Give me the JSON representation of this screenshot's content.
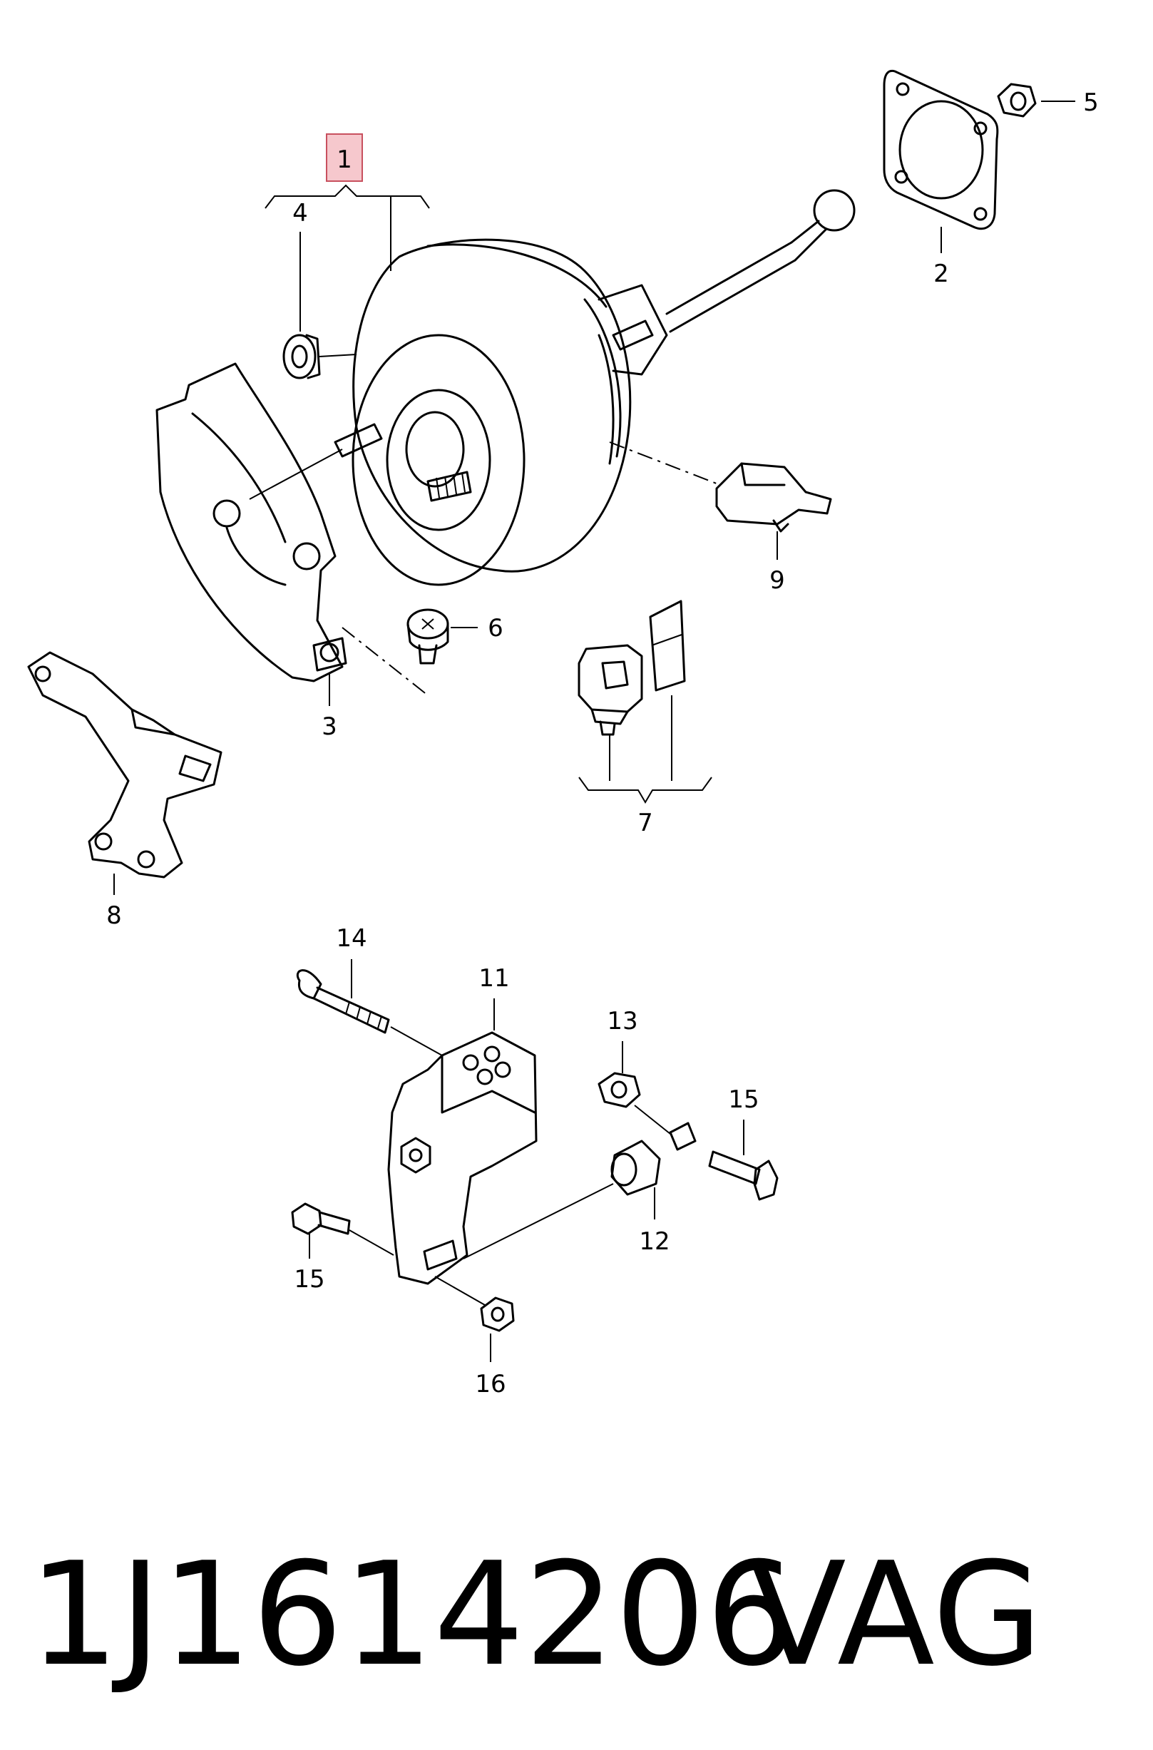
{
  "callouts": {
    "c1": "1",
    "c2": "2",
    "c3": "3",
    "c4": "4",
    "c5": "5",
    "c6": "6",
    "c7": "7",
    "c8": "8",
    "c9": "9",
    "c11": "11",
    "c12": "12",
    "c13": "13",
    "c14": "14",
    "c15a": "15",
    "c15b": "15",
    "c16": "16"
  },
  "highlight": {
    "callout": "1",
    "color": "#e8a6ae",
    "stroke": "#c8505e"
  },
  "caption": {
    "part_number": "1J1614206",
    "brand": "VAG"
  }
}
